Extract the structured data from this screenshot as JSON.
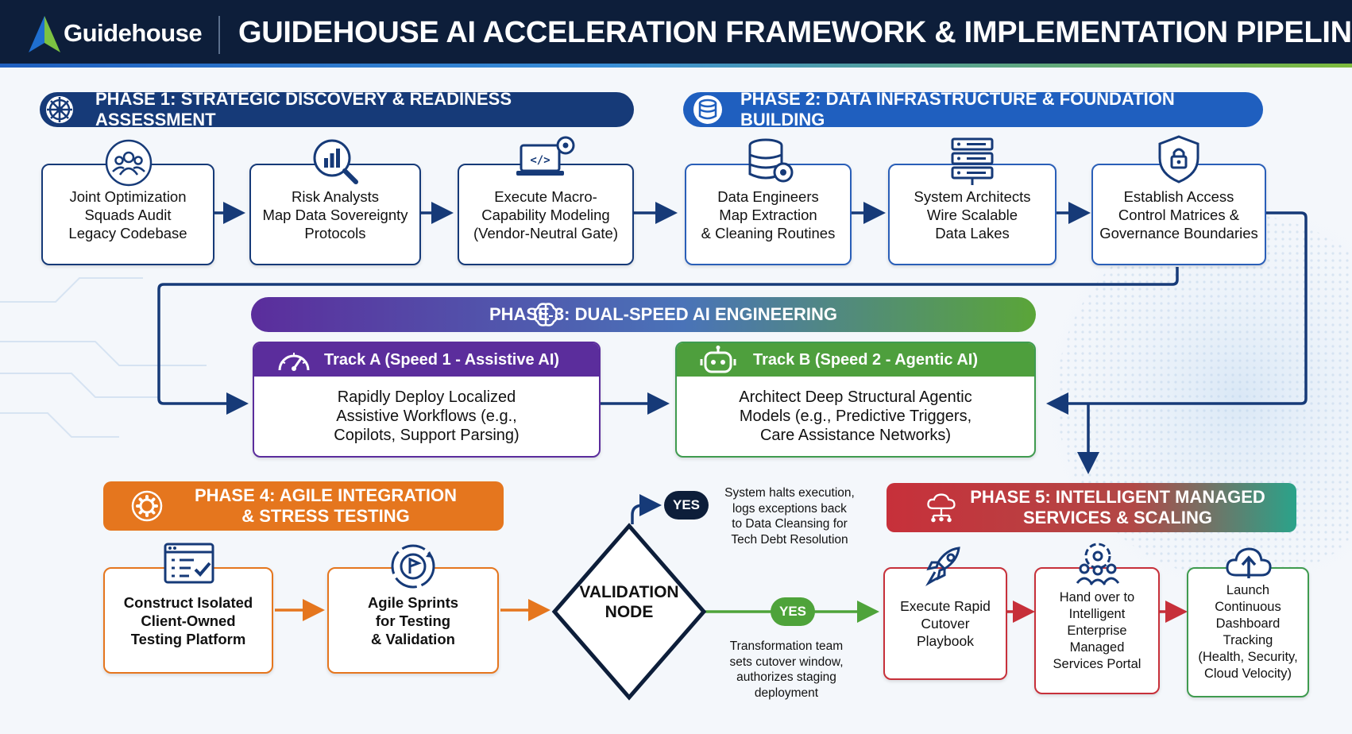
{
  "header": {
    "logo": "Guidehouse",
    "title": "GUIDEHOUSE AI ACCELERATION FRAMEWORK & IMPLEMENTATION PIPELINE"
  },
  "colors": {
    "navy": "#163a78",
    "blue": "#1f5fbf",
    "purple": "#5b2d9c",
    "green": "#3f9b4f",
    "orange": "#e5761e",
    "red": "#c7303a",
    "teal": "#2aa38a"
  },
  "phase1": {
    "title": "PHASE 1: STRATEGIC DISCOVERY & READINESS ASSESSMENT",
    "icon": "compass-wheel-icon",
    "steps": [
      {
        "text": "Joint Optimization\nSquads Audit\nLegacy Codebase",
        "icon": "team-icon"
      },
      {
        "text": "Risk Analysts\nMap Data Sovereignty\nProtocols",
        "icon": "magnifier-chart-icon"
      },
      {
        "text": "Execute Macro-\nCapability Modeling\n(Vendor-Neutral Gate)",
        "icon": "laptop-code-gear-icon"
      }
    ]
  },
  "phase2": {
    "title": "PHASE 2: DATA INFRASTRUCTURE & FOUNDATION BUILDING",
    "icon": "database-icon",
    "steps": [
      {
        "text": "Data Engineers\nMap Extraction\n& Cleaning Routines",
        "icon": "database-gear-icon"
      },
      {
        "text": "System Architects\nWire Scalable\nData Lakes",
        "icon": "server-rack-icon"
      },
      {
        "text": "Establish Access\nControl Matrices &\nGovernance Boundaries",
        "icon": "shield-lock-icon"
      }
    ]
  },
  "phase3": {
    "title": "PHASE 3: DUAL-SPEED AI ENGINEERING",
    "icon": "brain-icon",
    "trackA": {
      "title": "Track A (Speed 1 - Assistive AI)",
      "text": "Rapidly Deploy Localized\nAssistive Workflows (e.g.,\nCopilots, Support Parsing)",
      "icon": "speedometer-icon"
    },
    "trackB": {
      "title": "Track B (Speed 2 - Agentic AI)",
      "text": "Architect Deep Structural Agentic\nModels (e.g., Predictive Triggers,\nCare Assistance Networks)",
      "icon": "robot-icon"
    }
  },
  "phase4": {
    "title": "PHASE 4: AGILE INTEGRATION\n& STRESS TESTING",
    "icon": "gear-cycle-icon",
    "steps": [
      {
        "text": "Construct Isolated\nClient-Owned\nTesting Platform",
        "icon": "checklist-window-icon"
      },
      {
        "text": "Agile Sprints\nfor Testing\n& Validation",
        "icon": "sprint-cycle-icon"
      }
    ]
  },
  "validation": {
    "label": "VALIDATION\nNODE",
    "yes_top": "YES",
    "yes_top_note": "System halts execution,\nlogs exceptions back\nto Data Cleansing for\nTech Debt Resolution",
    "yes_right": "YES",
    "yes_right_note": "Transformation team\nsets cutover window,\nauthorizes staging\ndeployment"
  },
  "phase5": {
    "title": "PHASE 5: INTELLIGENT MANAGED\nSERVICES & SCALING",
    "icon": "cloud-network-icon",
    "steps": [
      {
        "text": "Execute Rapid\nCutover\nPlaybook",
        "icon": "rocket-icon"
      },
      {
        "text": "Hand over to\nIntelligent\nEnterprise\nManaged\nServices Portal",
        "icon": "team-gear-icon"
      },
      {
        "text": "Launch\nContinuous\nDashboard\nTracking\n(Health, Security,\nCloud Velocity)",
        "icon": "cloud-upload-icon"
      }
    ]
  }
}
